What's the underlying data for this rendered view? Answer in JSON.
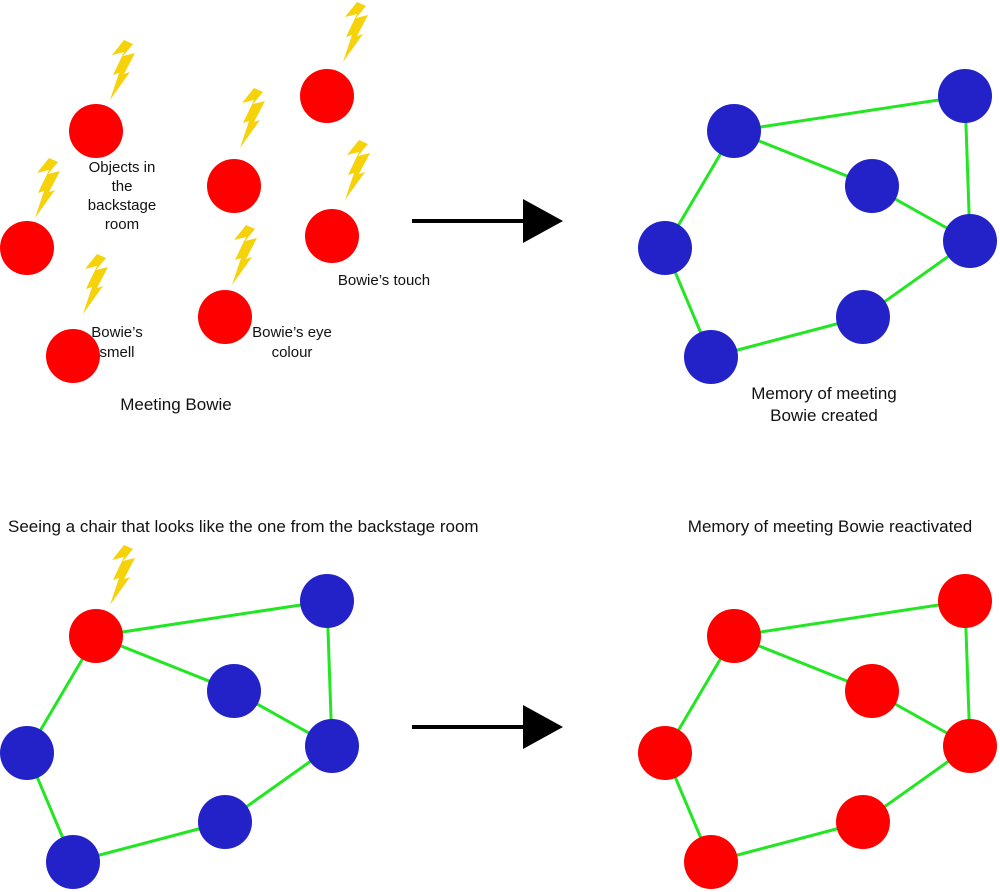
{
  "colors": {
    "active_node": "#ff0000",
    "inactive_node": "#2222c8",
    "connection": "#22e622",
    "lightning": "#f5d20a",
    "arrow": "#000000",
    "text": "#111111"
  },
  "panels": {
    "encoding": {
      "caption": "Meeting Bowie",
      "labels": {
        "objects_line1": "Objects in",
        "objects_line2": "the",
        "objects_line3": "backstage",
        "objects_line4": "room",
        "smell_line1": "Bowie’s",
        "smell_line2": "smell",
        "eye_line1": "Bowie’s eye",
        "eye_line2": "colour",
        "touch": "Bowie’s touch"
      }
    },
    "memory_created": {
      "caption_line1": "Memory of meeting",
      "caption_line2": "Bowie created"
    },
    "cue": {
      "caption": "Seeing a chair that looks like the one from the backstage room"
    },
    "reactivated": {
      "caption": "Memory of meeting Bowie reactivated"
    }
  }
}
